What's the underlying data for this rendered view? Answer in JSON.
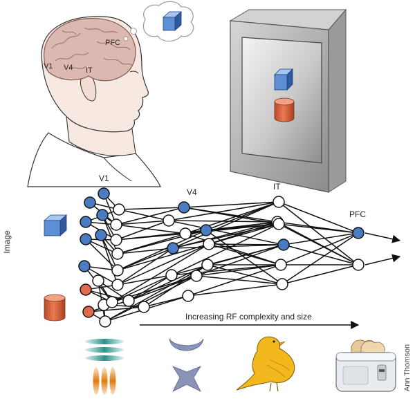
{
  "brain_labels": {
    "v1": "V1",
    "v4": "V4",
    "it": "IT",
    "pfc": "PFC"
  },
  "layer_labels": {
    "v1": "V1",
    "v4": "V4",
    "it": "IT",
    "pfc": "PFC"
  },
  "image_label": "Image",
  "arrow_caption": "Increasing RF complexity and size",
  "credit": "Ann Thomson",
  "colors": {
    "active_node": "#4a7cc4",
    "red_node": "#e06a4c",
    "inactive_node": "#ffffff",
    "cube_front": "#5c8fd6",
    "cylinder": "#d9613e",
    "brain": "#dcb9b0",
    "skin": "#f7e9e2",
    "bird": "#f2b81d"
  },
  "network": {
    "v1_input_states": [
      "blue",
      "blue",
      "blue",
      "blue",
      "blue",
      "blue",
      "blue",
      "red",
      "white",
      "red",
      "white"
    ],
    "v1_states": [
      "white",
      "white",
      "white",
      "white",
      "white",
      "white",
      "white",
      "white",
      "white",
      "white"
    ],
    "v4_states": [
      "blue",
      "white",
      "white",
      "blue",
      "blue",
      "white",
      "white",
      "white",
      "white",
      "white"
    ],
    "it_states": [
      "white",
      "white",
      "white",
      "blue",
      "white",
      "white"
    ],
    "pfc_states": [
      "blue",
      "white"
    ]
  },
  "icons": [
    "gratings-icon",
    "crescent-star-icon",
    "canary-icon",
    "toaster-icon"
  ]
}
